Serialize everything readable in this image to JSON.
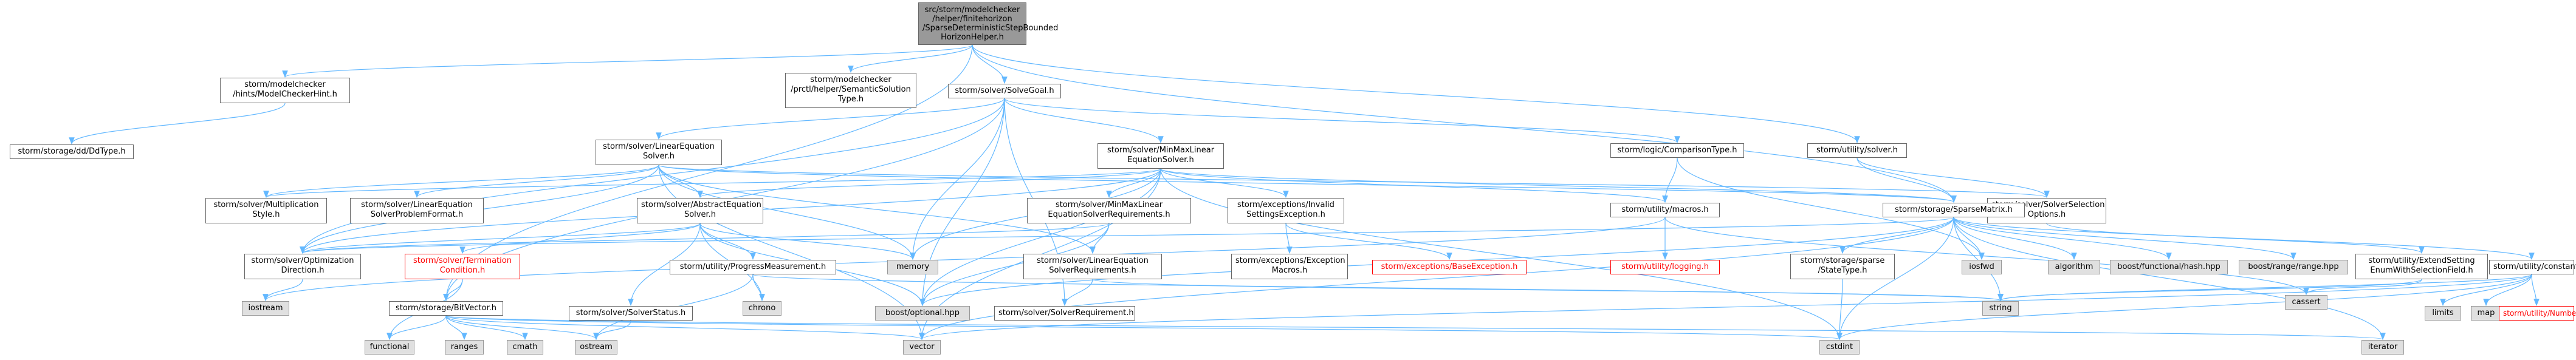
{
  "colors": {
    "edge": "#63b8ff",
    "node_border": "#666666",
    "system_header_fill": "#e0e0e0",
    "root_fill": "#999999",
    "incomplete_text": "#ff0000"
  },
  "nodes": {
    "root": {
      "lines": [
        "src/storm/modelchecker",
        "/helper/finitehorizon",
        "/SparseDeterministicStepBounded",
        "HorizonHelper.h"
      ]
    },
    "modelchecker_hint": {
      "lines": [
        "storm/modelchecker",
        "/hints/ModelCheckerHint.h"
      ]
    },
    "semantic_solution_type": {
      "lines": [
        "storm/modelchecker",
        "/prctl/helper/SemanticSolution",
        "Type.h"
      ]
    },
    "solve_goal": {
      "lines": [
        "storm/solver/SolveGoal.h"
      ]
    },
    "utility_solver": {
      "lines": [
        "storm/utility/solver.h"
      ]
    },
    "dd_type": {
      "lines": [
        "storm/storage/dd/DdType.h"
      ]
    },
    "linear_equation_solver": {
      "lines": [
        "storm/solver/LinearEquation",
        "Solver.h"
      ]
    },
    "minmax_linear_equation_solver": {
      "lines": [
        "storm/solver/MinMaxLinear",
        "EquationSolver.h"
      ]
    },
    "comparison_type": {
      "lines": [
        "storm/logic/ComparisonType.h"
      ]
    },
    "solver_selection_options": {
      "lines": [
        "storm/solver/SolverSelection",
        "Options.h"
      ]
    },
    "multiplication_style": {
      "lines": [
        "storm/solver/Multiplication",
        "Style.h"
      ]
    },
    "linear_equation_problem_format": {
      "lines": [
        "storm/solver/LinearEquation",
        "SolverProblemFormat.h"
      ]
    },
    "abstract_equation_solver": {
      "lines": [
        "storm/solver/AbstractEquation",
        "Solver.h"
      ]
    },
    "minmax_requirements": {
      "lines": [
        "storm/solver/MinMaxLinear",
        "EquationSolverRequirements.h"
      ]
    },
    "invalid_settings_exception": {
      "lines": [
        "storm/exceptions/Invalid",
        "SettingsException.h"
      ]
    },
    "utility_macros": {
      "lines": [
        "storm/utility/macros.h"
      ]
    },
    "sparse_matrix": {
      "lines": [
        "storm/storage/SparseMatrix.h"
      ]
    },
    "optimization_direction": {
      "lines": [
        "storm/solver/Optimization",
        "Direction.h"
      ]
    },
    "termination_condition": {
      "lines": [
        "storm/solver/Termination",
        "Condition.h"
      ]
    },
    "progress_measurement": {
      "lines": [
        "storm/utility/ProgressMeasurement.h"
      ]
    },
    "memory": {
      "lines": [
        "memory"
      ]
    },
    "linear_equation_requirements": {
      "lines": [
        "storm/solver/LinearEquation",
        "SolverRequirements.h"
      ]
    },
    "exception_macros": {
      "lines": [
        "storm/exceptions/Exception",
        "Macros.h"
      ]
    },
    "base_exception": {
      "lines": [
        "storm/exceptions/BaseException.h"
      ]
    },
    "utility_logging": {
      "lines": [
        "storm/utility/logging.h"
      ]
    },
    "state_type": {
      "lines": [
        "storm/storage/sparse",
        "/StateType.h"
      ]
    },
    "iosfwd": {
      "lines": [
        "iosfwd"
      ]
    },
    "algorithm": {
      "lines": [
        "algorithm"
      ]
    },
    "functional_hash": {
      "lines": [
        "boost/functional/hash.hpp"
      ]
    },
    "range_range": {
      "lines": [
        "boost/range/range.hpp"
      ]
    },
    "extend_settings_enum": {
      "lines": [
        "storm/utility/ExtendSetting",
        "EnumWithSelectionField.h"
      ]
    },
    "utility_constants": {
      "lines": [
        "storm/utility/constants.h"
      ]
    },
    "iostream": {
      "lines": [
        "iostream"
      ]
    },
    "bit_vector": {
      "lines": [
        "storm/storage/BitVector.h"
      ]
    },
    "chrono": {
      "lines": [
        "chrono"
      ]
    },
    "solver_status": {
      "lines": [
        "storm/solver/SolverStatus.h"
      ]
    },
    "boost_optional": {
      "lines": [
        "boost/optional.hpp"
      ]
    },
    "solver_requirement": {
      "lines": [
        "storm/solver/SolverRequirement.h"
      ]
    },
    "string": {
      "lines": [
        "string"
      ]
    },
    "cassert": {
      "lines": [
        "cassert"
      ]
    },
    "limits": {
      "lines": [
        "limits"
      ]
    },
    "map": {
      "lines": [
        "map"
      ]
    },
    "number_traits": {
      "lines": [
        "storm/utility/NumberTraits.h"
      ]
    },
    "functional": {
      "lines": [
        "functional"
      ]
    },
    "ranges": {
      "lines": [
        "ranges"
      ]
    },
    "cmath": {
      "lines": [
        "cmath"
      ]
    },
    "ostream": {
      "lines": [
        "ostream"
      ]
    },
    "vector": {
      "lines": [
        "vector"
      ]
    },
    "cstdint": {
      "lines": [
        "cstdint"
      ]
    },
    "iterator": {
      "lines": [
        "iterator"
      ]
    }
  }
}
